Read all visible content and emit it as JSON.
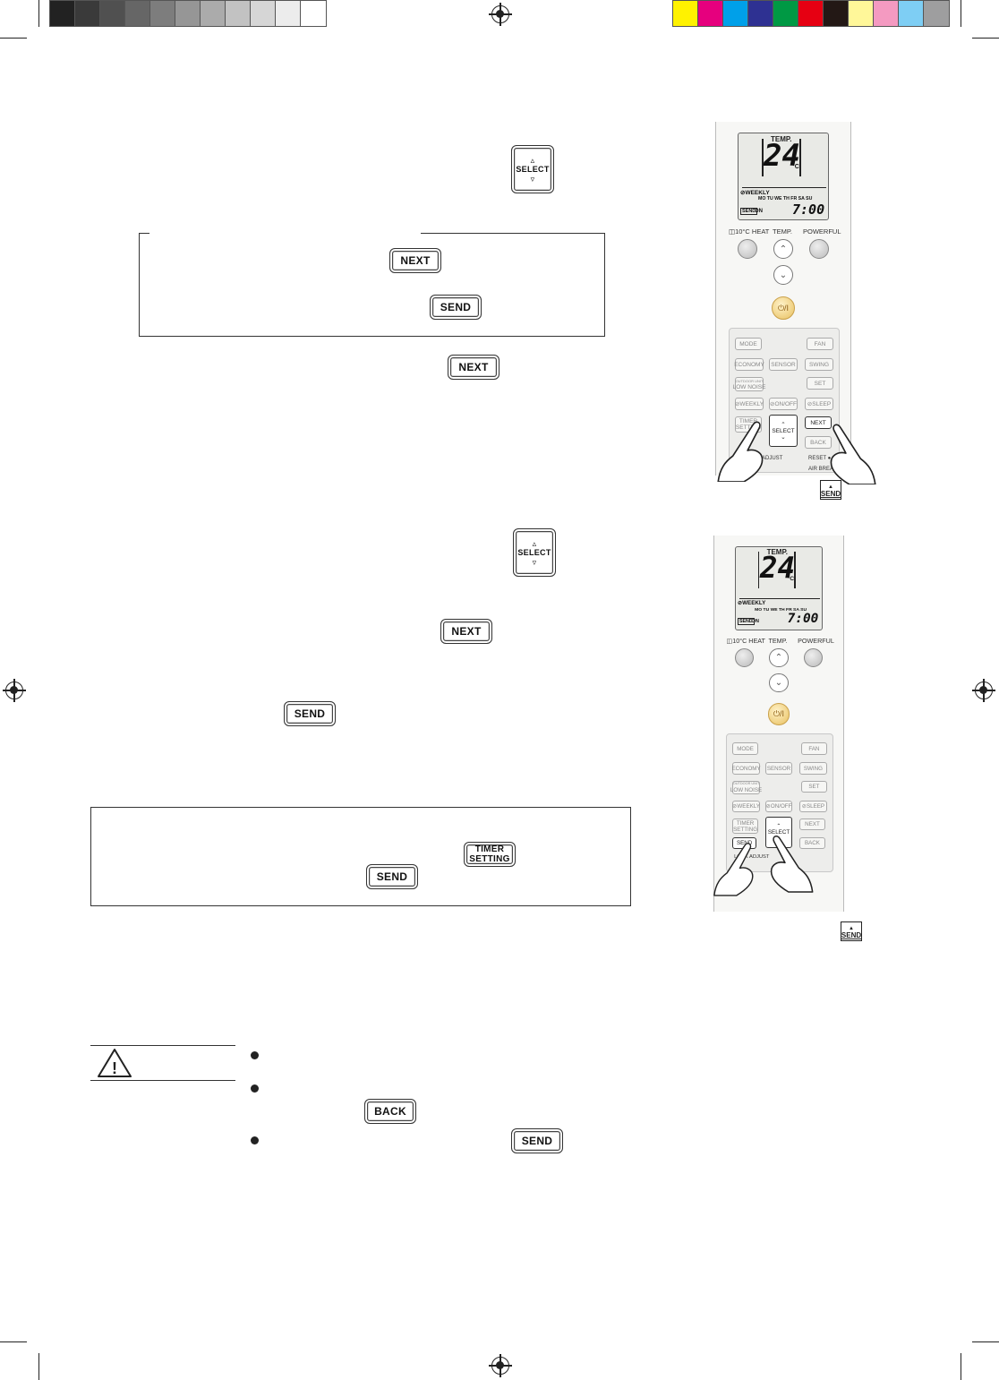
{
  "print_marks": {
    "gray_swatches": [
      "#222222",
      "#3a3a3a",
      "#505050",
      "#666666",
      "#7d7d7d",
      "#969696",
      "#ababab",
      "#c2c2c2",
      "#d6d6d6",
      "#ececec",
      "#ffffff"
    ],
    "color_swatches": [
      "#fff200",
      "#e6007e",
      "#00a0e9",
      "#2e3192",
      "#009944",
      "#e60012",
      "#231815",
      "#fff799",
      "#f49ac1",
      "#7ecef4",
      "#9e9e9f"
    ]
  },
  "keys": {
    "select_up": "▵",
    "select_label": "SELECT",
    "select_down": "▿",
    "next": "NEXT",
    "send": "SEND",
    "timer_line1": "TIMER",
    "timer_line2": "SETTING",
    "back": "BACK"
  },
  "remote": {
    "lcd_temp_label": "TEMP.",
    "lcd_temp": "24",
    "lcd_unit": "°C",
    "lcd_weekly": "⊘WEEKLY",
    "lcd_days": "MO TU WE TH FR SA SU",
    "lcd_send": "SEND",
    "lcd_on": "ON",
    "lcd_time": "7:00",
    "label_10heat": "◫10°C HEAT",
    "label_temp": "TEMP.",
    "label_powerful": "POWERFUL",
    "power_symbol": "⏻/I",
    "btn_mode": "MODE",
    "btn_fan": "FAN",
    "btn_economy": "ECONOMY",
    "btn_sensor": "SENSOR",
    "btn_swing": "SWING",
    "btn_outdoor_1": "OUTDOOR UNIT",
    "btn_outdoor_2": "LOW NOISE",
    "btn_set": "SET",
    "btn_weekly": "⊘WEEKLY",
    "btn_onoff": "⊘ON/OFF",
    "btn_sleep": "⊘SLEEP",
    "btn_timer_1": "TIMER",
    "btn_timer_2": "SETTING",
    "btn_select": "SELECT",
    "btn_next": "NEXT",
    "btn_back": "BACK",
    "btn_send": "SEND",
    "label_adjust": "ADJUST",
    "label_lock_adjust": "LOCK ADJUST",
    "label_reset": "RESET ●",
    "label_airbreeze": "AIR BREAZE",
    "arrow_up": "⌃",
    "arrow_down": "⌄"
  },
  "icons": {
    "send_indicator": "SEND",
    "send_triangle": "▲",
    "caution_symbol": "!"
  }
}
